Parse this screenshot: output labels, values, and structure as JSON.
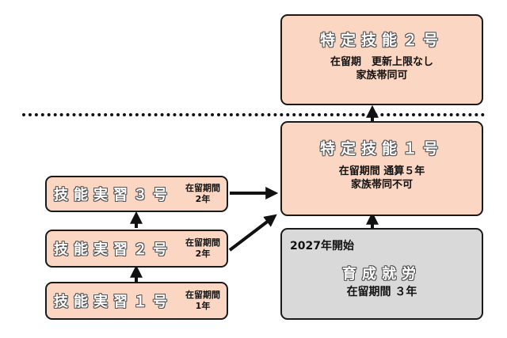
{
  "ssw2": {
    "title": "特定技能２号",
    "line1": "在留期　更新上限なし",
    "line2": "家族帯同可"
  },
  "ssw1": {
    "title": "特定技能１号",
    "line1": "在留期間 通算５年",
    "line2": "家族帯同不可"
  },
  "ikusei": {
    "start_label": "2027年開始",
    "title": "育成就労",
    "line1": "在留期間 ３年"
  },
  "tit3": {
    "title": "技能実習３号",
    "dur_label": "在留期間",
    "dur_value": "2年"
  },
  "tit2": {
    "title": "技能実習２号",
    "dur_label": "在留期間",
    "dur_value": "2年"
  },
  "tit1": {
    "title": "技能実習１号",
    "dur_label": "在留期間",
    "dur_value": "1年"
  },
  "colors": {
    "peach": "#fbd7c3",
    "gray": "#d9d9d9",
    "border": "#1a1a1a"
  }
}
